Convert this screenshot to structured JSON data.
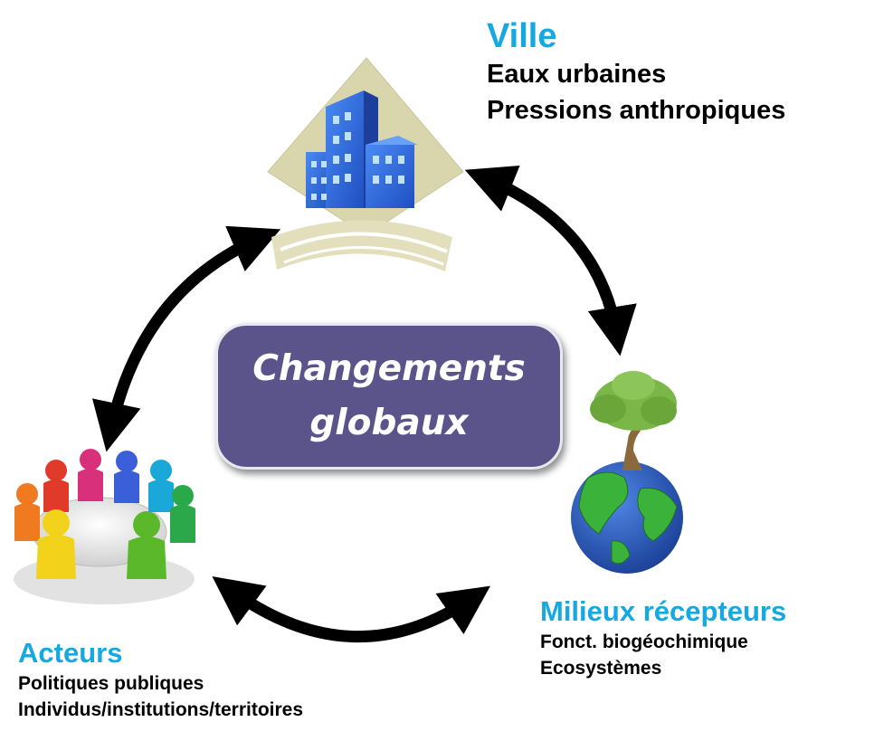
{
  "center": {
    "line1": "Changements",
    "line2": "globaux"
  },
  "ville": {
    "title": "Ville",
    "lines": [
      "Eaux urbaines",
      "Pressions anthropiques"
    ]
  },
  "milieux": {
    "title": "Milieux récepteurs",
    "lines": [
      "Fonct. biogéochimique",
      "Ecosystèmes"
    ]
  },
  "acteurs": {
    "title": "Acteurs",
    "lines": [
      "Politiques publiques",
      "Individus/institutions/territoires"
    ]
  },
  "colors": {
    "accent": "#16a8e0",
    "center_box": "#5a548a",
    "arrow": "#000000",
    "building": "#2f6fe0",
    "diamond": "#d9d6ae",
    "earth_water": "#2b5fc4",
    "earth_land": "#3bb33b",
    "tree": "#7ab648"
  },
  "icons": [
    "city-buildings-icon",
    "earth-tree-icon",
    "people-meeting-icon"
  ]
}
